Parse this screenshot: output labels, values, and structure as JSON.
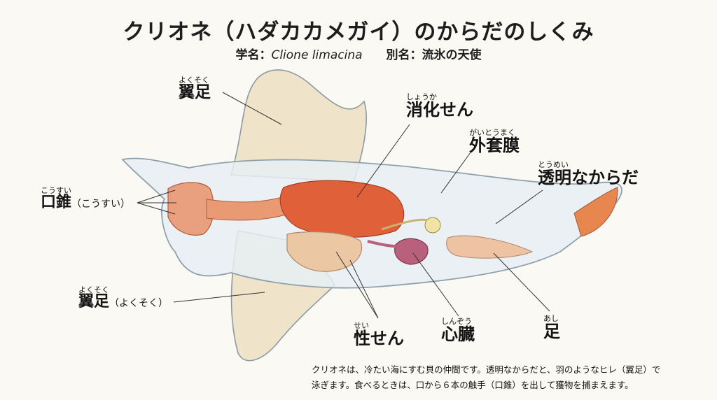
{
  "title": "クリオネ（ハダカカメガイ）のからだのしくみ",
  "subtitle": {
    "sci_prefix": "学名：",
    "sci_name": "Clione limacina",
    "alias_prefix": "別名：",
    "alias": "流氷の天使"
  },
  "labels": {
    "wing_top": {
      "ruby": "よくそく",
      "text": "翼足"
    },
    "digestive": {
      "ruby": "しょうか",
      "text": "消化せん"
    },
    "mantle": {
      "ruby": "がいとうまく",
      "text": "外套膜"
    },
    "transparent": {
      "ruby": "とうめい",
      "text": "透明なからだ"
    },
    "mouth_cone": {
      "ruby": "こうすい",
      "text": "口錐",
      "paren": "（こうすい）"
    },
    "wing_bottom": {
      "ruby": "よくそく",
      "text": "翼足",
      "paren": "（よくそく）"
    },
    "gonad": {
      "ruby": "せい",
      "text": "性せん"
    },
    "heart": {
      "ruby": "しんぞう",
      "text": "心臓"
    },
    "foot": {
      "ruby": "あし",
      "text": "足"
    }
  },
  "description": [
    "クリオネは、冷たい海にすむ貝の仲間です。透明なからだと、羽のようなヒレ（翼足）で",
    "泳ぎます。食べるときは、口から６本の触手（口錐）を出して獲物を捕まえます。"
  ],
  "colors": {
    "body": "#e6eef3",
    "wing": "#efe3c9",
    "organ_red": "#e0603a",
    "heart": "#b9607c",
    "gonad": "#ecc7a3",
    "tail": "#e7864f"
  }
}
